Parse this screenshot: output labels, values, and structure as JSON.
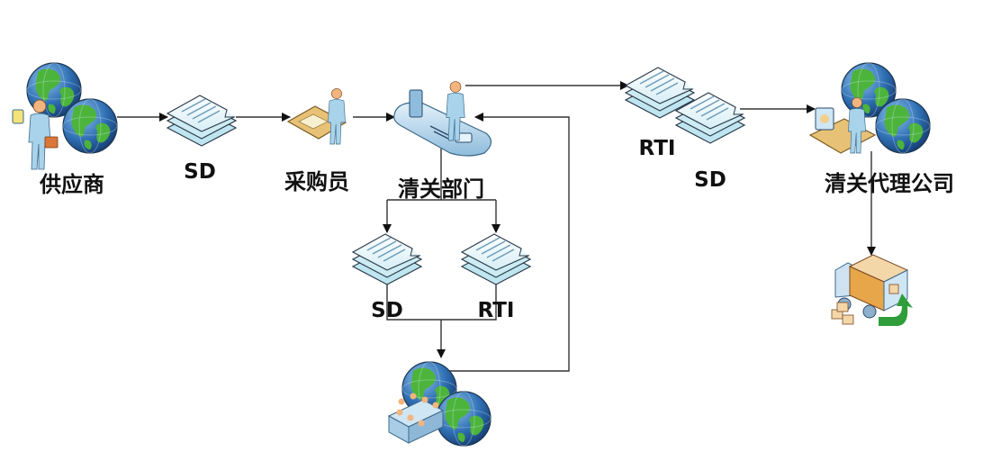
{
  "diagram": {
    "nodes": {
      "supplier": {
        "label": "供应商"
      },
      "doc_sd_1": {
        "label": "SD"
      },
      "purchaser": {
        "label": "采购员"
      },
      "customs_dept": {
        "label": "清关部门"
      },
      "doc_sd_2": {
        "label": "SD"
      },
      "doc_rti_2": {
        "label": "RTI"
      },
      "doc_rti_3": {
        "label": "RTI"
      },
      "doc_sd_3": {
        "label": "SD"
      },
      "customs_agent": {
        "label": "清关代理公司"
      }
    },
    "edges": [
      {
        "from": "supplier",
        "to": "doc_sd_1"
      },
      {
        "from": "doc_sd_1",
        "to": "purchaser"
      },
      {
        "from": "purchaser",
        "to": "customs_dept"
      },
      {
        "from": "customs_dept",
        "to": "doc_sd_2"
      },
      {
        "from": "customs_dept",
        "to": "doc_rti_2"
      },
      {
        "from": "doc_sd_2",
        "to": "meeting_globe"
      },
      {
        "from": "doc_rti_2",
        "to": "meeting_globe"
      },
      {
        "from": "meeting_globe",
        "to": "customs_dept"
      },
      {
        "from": "customs_dept",
        "to": "doc_rti_3"
      },
      {
        "from": "doc_sd_3",
        "to": "customs_agent"
      },
      {
        "from": "customs_agent",
        "to": "delivery_truck"
      }
    ],
    "colors": {
      "paper": "#eef8fb",
      "paper_edge": "#2a3a4a",
      "paper_layer": "#bfe6f0",
      "globe_ocean": "#2f6fb3",
      "globe_land": "#4cb43a",
      "person_body": "#a9d3ea",
      "person_head": "#f2b57e",
      "desk_wood": "#e7c276",
      "desk_blue": "#b7d8ee",
      "truck_box": "#e8a64a",
      "arrow_green": "#2f9e3a"
    }
  }
}
